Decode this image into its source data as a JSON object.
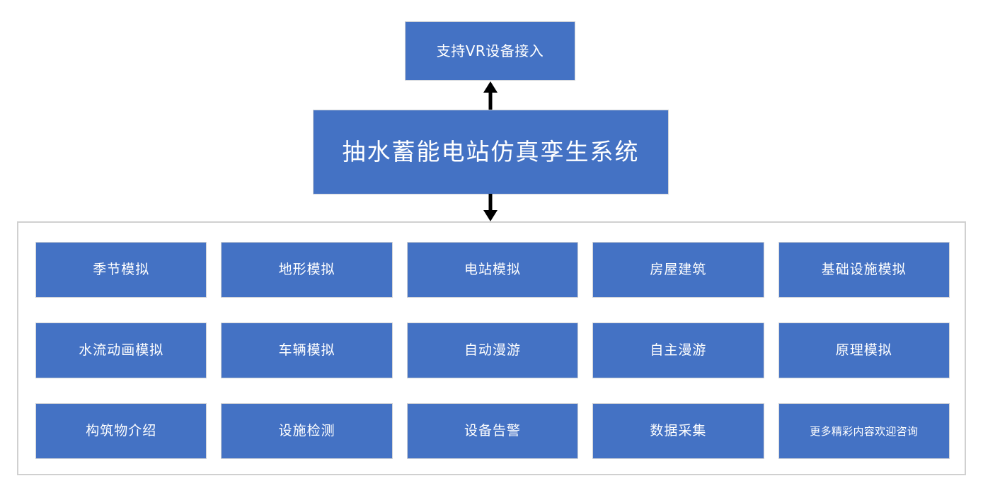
{
  "colors": {
    "box_fill": "#4472C4",
    "box_text": "#FFFFFF",
    "box_border": "#D2D4D8",
    "panel_border": "#D0D0D0",
    "arrow": "#000000",
    "background": "#FFFFFF"
  },
  "top_node": {
    "label": "支持VR设备接入"
  },
  "system_node": {
    "label": "抽水蓄能电站仿真孪生系统"
  },
  "connectors": [
    {
      "name": "arrow-up-to-vr",
      "direction": "up"
    },
    {
      "name": "arrow-down-to-modules",
      "direction": "down"
    }
  ],
  "modules": {
    "rows": [
      [
        {
          "label": "季节模拟",
          "small": false
        },
        {
          "label": "地形模拟",
          "small": false
        },
        {
          "label": "电站模拟",
          "small": false
        },
        {
          "label": "房屋建筑",
          "small": false
        },
        {
          "label": "基础设施模拟",
          "small": false
        }
      ],
      [
        {
          "label": "水流动画模拟",
          "small": false
        },
        {
          "label": "车辆模拟",
          "small": false
        },
        {
          "label": "自动漫游",
          "small": false
        },
        {
          "label": "自主漫游",
          "small": false
        },
        {
          "label": "原理模拟",
          "small": false
        }
      ],
      [
        {
          "label": "构筑物介绍",
          "small": false
        },
        {
          "label": "设施检测",
          "small": false
        },
        {
          "label": "设备告警",
          "small": false
        },
        {
          "label": "数据采集",
          "small": false
        },
        {
          "label": "更多精彩内容欢迎咨询",
          "small": true
        }
      ]
    ]
  }
}
